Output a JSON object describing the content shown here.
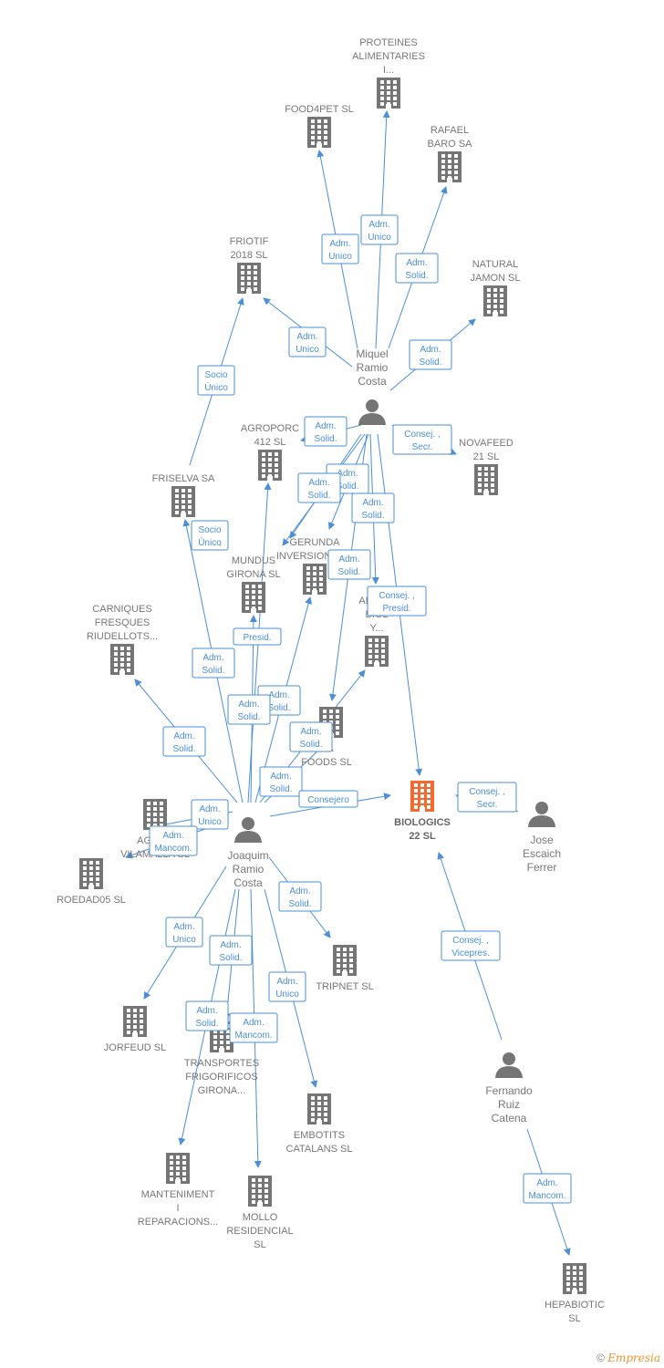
{
  "colors": {
    "edge": "#4a8fd8",
    "building": "#757575",
    "highlight": "#f26a30",
    "person": "#757575"
  },
  "footer": {
    "copyright": "©",
    "brand": "Empresia"
  },
  "companies": [
    {
      "id": "proteines",
      "lines": [
        "PROTEINES",
        "ALIMENTARIES",
        "I..."
      ]
    },
    {
      "id": "food4pet",
      "lines": [
        "FOOD4PET  SL"
      ]
    },
    {
      "id": "rafael",
      "lines": [
        "RAFAEL",
        "BARO SA"
      ]
    },
    {
      "id": "friotif",
      "lines": [
        "FRIOTIF",
        "2018  SL"
      ]
    },
    {
      "id": "natural",
      "lines": [
        "NATURAL",
        "JAMON SL"
      ]
    },
    {
      "id": "agroporc",
      "lines": [
        "AGROPORC",
        "412 SL"
      ]
    },
    {
      "id": "novafeed",
      "lines": [
        "NOVAFEED",
        "21  SL"
      ]
    },
    {
      "id": "friselva",
      "lines": [
        "FRISELVA SA"
      ]
    },
    {
      "id": "gerunda",
      "lines": [
        "GERUNDA",
        "INVERSIONS SL"
      ]
    },
    {
      "id": "mundus",
      "lines": [
        "MUNDUS",
        "GIRONA  SL"
      ]
    },
    {
      "id": "carniques",
      "lines": [
        "CARNIQUES",
        "FRESQUES",
        "RIUDELLOTS..."
      ]
    },
    {
      "id": "aplica",
      "lines": [
        "APLICA",
        "BIOL",
        "Y..."
      ]
    },
    {
      "id": "rafoods",
      "lines": [
        "RA",
        "FOODS  SL"
      ]
    },
    {
      "id": "biologics",
      "lines": [
        "BIOLOGICS",
        "22  SL"
      ],
      "highlight": true
    },
    {
      "id": "agrop",
      "lines": [
        "AGROP",
        "VILAMALLA SL"
      ]
    },
    {
      "id": "roedad",
      "lines": [
        "ROEDAD05 SL"
      ]
    },
    {
      "id": "tripnet",
      "lines": [
        "TRIPNET SL"
      ]
    },
    {
      "id": "jorfeud",
      "lines": [
        "JORFEUD  SL"
      ]
    },
    {
      "id": "transportes",
      "lines": [
        "TRANSPORTES",
        "FRIGORIFICOS",
        "GIRONA..."
      ]
    },
    {
      "id": "embotits",
      "lines": [
        "EMBOTITS",
        "CATALANS SL"
      ]
    },
    {
      "id": "manteniment",
      "lines": [
        "MANTENIMENT",
        "I",
        "REPARACIONS..."
      ]
    },
    {
      "id": "mollo",
      "lines": [
        "MOLLO",
        "RESIDENCIAL",
        "SL"
      ]
    },
    {
      "id": "hepabiotic",
      "lines": [
        "HEPABIOTIC",
        "SL"
      ]
    }
  ],
  "people": [
    {
      "id": "miquel",
      "lines": [
        "Miquel",
        "Ramio",
        "Costa"
      ]
    },
    {
      "id": "joaquim",
      "lines": [
        "Joaquim",
        "Ramio",
        "Costa"
      ]
    },
    {
      "id": "jose",
      "lines": [
        "Jose",
        "Escaich",
        "Ferrer"
      ]
    },
    {
      "id": "fernando",
      "lines": [
        "Fernando",
        "Ruiz",
        "Catena"
      ]
    }
  ],
  "relations": [
    {
      "id": "r1",
      "lines": [
        "Adm.",
        "Unico"
      ]
    },
    {
      "id": "r2",
      "lines": [
        "Adm.",
        "Unico"
      ]
    },
    {
      "id": "r3",
      "lines": [
        "Adm.",
        "Solid."
      ]
    },
    {
      "id": "r4",
      "lines": [
        "Adm.",
        "Unico"
      ]
    },
    {
      "id": "r5",
      "lines": [
        "Adm.",
        "Solid."
      ]
    },
    {
      "id": "r6",
      "lines": [
        "Adm.",
        "Solid."
      ]
    },
    {
      "id": "r7",
      "lines": [
        "Consej. ,",
        "Secr."
      ]
    },
    {
      "id": "r8",
      "lines": [
        "Adm.",
        "Solid."
      ]
    },
    {
      "id": "r9",
      "lines": [
        "Adm.",
        "Solid."
      ]
    },
    {
      "id": "r10",
      "lines": [
        "Adm.",
        "Solid."
      ]
    },
    {
      "id": "r11",
      "lines": [
        "Adm.",
        "Solid."
      ]
    },
    {
      "id": "r12",
      "lines": [
        "Consej. ,",
        "Presid."
      ]
    },
    {
      "id": "r13",
      "lines": [
        "Socio",
        "Único"
      ]
    },
    {
      "id": "r14",
      "lines": [
        "Socio",
        "Único"
      ]
    },
    {
      "id": "r15",
      "lines": [
        "Presid."
      ]
    },
    {
      "id": "r16",
      "lines": [
        "Adm.",
        "Solid."
      ]
    },
    {
      "id": "r17",
      "lines": [
        "Adm.",
        "Solid."
      ]
    },
    {
      "id": "r18",
      "lines": [
        "Adm.",
        "Solid."
      ]
    },
    {
      "id": "r19",
      "lines": [
        "Adm.",
        "Solid."
      ]
    },
    {
      "id": "r20",
      "lines": [
        "Adm.",
        "Solid."
      ]
    },
    {
      "id": "r21",
      "lines": [
        "Adm.",
        "Solid."
      ]
    },
    {
      "id": "r22",
      "lines": [
        "Consejero"
      ]
    },
    {
      "id": "r23",
      "lines": [
        "Adm.",
        "Unico"
      ]
    },
    {
      "id": "r24",
      "lines": [
        "Adm.",
        "Mancom."
      ]
    },
    {
      "id": "r25",
      "lines": [
        "Consej. ,",
        "Secr."
      ]
    },
    {
      "id": "r26",
      "lines": [
        "Adm.",
        "Solid."
      ]
    },
    {
      "id": "r27",
      "lines": [
        "Adm.",
        "Unico"
      ]
    },
    {
      "id": "r28",
      "lines": [
        "Adm.",
        "Solid."
      ]
    },
    {
      "id": "r29",
      "lines": [
        "Adm.",
        "Unico"
      ]
    },
    {
      "id": "r30",
      "lines": [
        "Adm.",
        "Solid."
      ]
    },
    {
      "id": "r31",
      "lines": [
        "Adm.",
        "Mancom."
      ]
    },
    {
      "id": "r32",
      "lines": [
        "Consej. ,",
        "Vicepres."
      ]
    },
    {
      "id": "r33",
      "lines": [
        "Adm.",
        "Mancom."
      ]
    }
  ]
}
